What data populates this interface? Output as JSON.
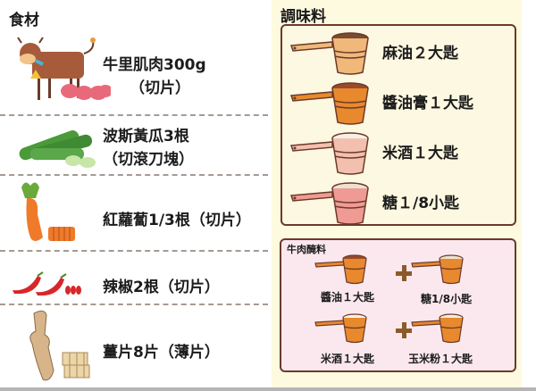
{
  "ingredients": {
    "title": "食材",
    "items": [
      {
        "name": "beef",
        "line1": "牛里肌肉300g",
        "line2": "（切片）",
        "icon": "cow-icon"
      },
      {
        "name": "cucumber",
        "line1": "波斯黃瓜3根",
        "line2": "（切滾刀塊）",
        "icon": "cucumber-icon"
      },
      {
        "name": "carrot",
        "line1": "紅蘿蔔1/3根（切片）",
        "icon": "carrot-icon"
      },
      {
        "name": "chili",
        "line1": "辣椒2根（切片）",
        "icon": "chili-icon"
      },
      {
        "name": "ginger",
        "line1": "薑片8片（薄片）",
        "icon": "ginger-icon"
      }
    ]
  },
  "seasonings": {
    "title": "調味料",
    "items": [
      {
        "label": "麻油２大匙",
        "cup_color": "#f0b97a",
        "fill_color": "#7a4a32"
      },
      {
        "label": "醬油膏１大匙",
        "cup_color": "#e8892e",
        "fill_color": "#9a4a2a"
      },
      {
        "label": "米酒１大匙",
        "cup_color": "#f3c0b0",
        "fill_color": "#f6f1e6"
      },
      {
        "label": "糖１/8小匙",
        "cup_color": "#ef9b94",
        "fill_color": "#ece2cf"
      }
    ]
  },
  "marinade": {
    "title": "牛肉醃料",
    "items": [
      {
        "label": "醬油１大匙",
        "fill_color": "#9a4a2a"
      },
      {
        "label": "糖1/8小匙",
        "fill_color": "#ece2cf"
      },
      {
        "label": "米酒１大匙",
        "fill_color": "#f6f1e6"
      },
      {
        "label": "玉米粉１大匙",
        "fill_color": "#f3ecdc"
      }
    ],
    "operator": "+"
  },
  "colors": {
    "panel_bg": "#fefae0",
    "border": "#6b3a2a",
    "marinade_bg": "#fbe8ee",
    "dash": "#a59a92"
  }
}
